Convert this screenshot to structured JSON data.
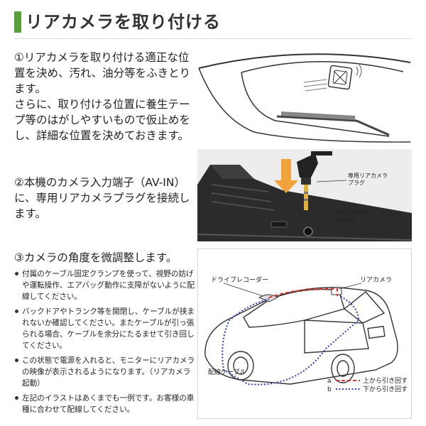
{
  "title": "リアカメラを取り付ける",
  "section1": {
    "text": "①リアカメラを取り付ける適正な位置を決め、汚れ、油分等をふきとります。\nさらに、取り付ける位置に養生テープ等のはがしやすいもので仮止めをし、詳細な位置を決めておきます。"
  },
  "section2": {
    "text": "②本機のカメラ入力端子（AV-IN）に、専用リアカメラプラグを接続します。",
    "label_plug": "専用リアカメラ\nプラグ",
    "label_port": "カメラ入力端子\n(AV-IN)"
  },
  "section3": {
    "title": "③カメラの角度を微調整します。",
    "bullets": [
      "付属のケーブル固定クランプを使って、視野の妨げや運転操作、エアバッグ動作に支障がないように配線してください。",
      "バックドアやトランク等を開閉し、ケーブルが挟まれないか確認してください。またケーブルが引っ張られる場合、ケーブルを余分にたるませて引き回してください。",
      "この状態で電源を入れると、モニターにリアカメラの映像が表示されるようになります。（リアカメラ起動）",
      "左記のイラストはあくまでも一例です。お客様の車種に合わせて配線してください。"
    ],
    "label_recorder": "ドライブレコーダー",
    "label_rearcam": "リアカメラ",
    "label_cable": "配線ケーブル",
    "legend": [
      {
        "key": "a",
        "text": "上から引き回す",
        "color": "#e0352b"
      },
      {
        "key": "b",
        "text": "下から引き回す",
        "color": "#2d3fae"
      }
    ]
  }
}
